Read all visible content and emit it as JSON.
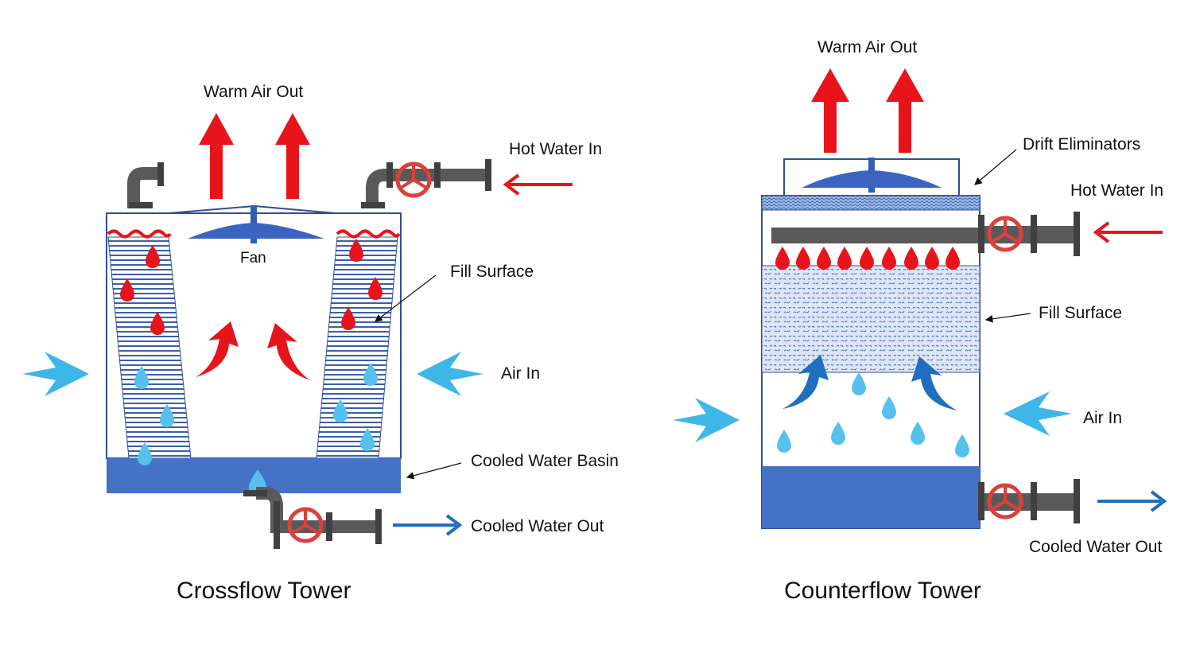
{
  "colors": {
    "hot": "#e8141b",
    "cold_light": "#3fb6e8",
    "cold_dark": "#1f6fbe",
    "basin": "#4472c4",
    "pipe": "#595959",
    "valve": "#d9423c",
    "fill_stripe": "#3a5fa8"
  },
  "crossflow": {
    "title": "Crossflow Tower",
    "warm_air_out": "Warm Air Out",
    "hot_water_in": "Hot Water In",
    "fan": "Fan",
    "fill_surface": "Fill Surface",
    "air_in": "Air In",
    "cooled_water_basin": "Cooled Water Basin",
    "cooled_water_out": "Cooled Water Out"
  },
  "counterflow": {
    "title": "Counterflow Tower",
    "warm_air_out": "Warm Air Out",
    "drift_eliminators": "Drift Eliminators",
    "hot_water_in": "Hot Water In",
    "fill_surface": "Fill Surface",
    "air_in": "Air In",
    "cooled_water_out": "Cooled Water Out"
  },
  "icons": [
    "warm-air-arrow-icon",
    "air-in-arrow-icon",
    "valve-wheel-icon",
    "hot-water-drop-icon",
    "cool-water-drop-icon",
    "fan-icon",
    "pipe-icon"
  ]
}
